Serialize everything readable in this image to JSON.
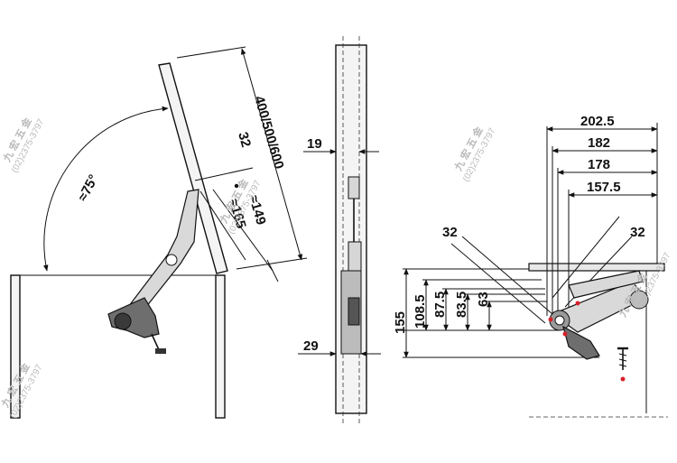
{
  "left_view": {
    "angle_label": "≈75°",
    "height_label": "400/500/600",
    "offset_label": "32",
    "dim_a_label": "≈149",
    "dim_b_label": "≈165"
  },
  "middle_view": {
    "top_label": "19",
    "bottom_label": "29"
  },
  "right_view": {
    "h_dims": [
      "202.5",
      "182",
      "178",
      "157.5"
    ],
    "left_32": "32",
    "right_32": "32",
    "v_dims": [
      "155",
      "108.5",
      "87.5",
      "83.5",
      "63"
    ]
  },
  "watermark": {
    "brand": "九 宏 五 金",
    "phone": "(02)2375-3797"
  },
  "colors": {
    "accent_dot": "#d8202a"
  }
}
